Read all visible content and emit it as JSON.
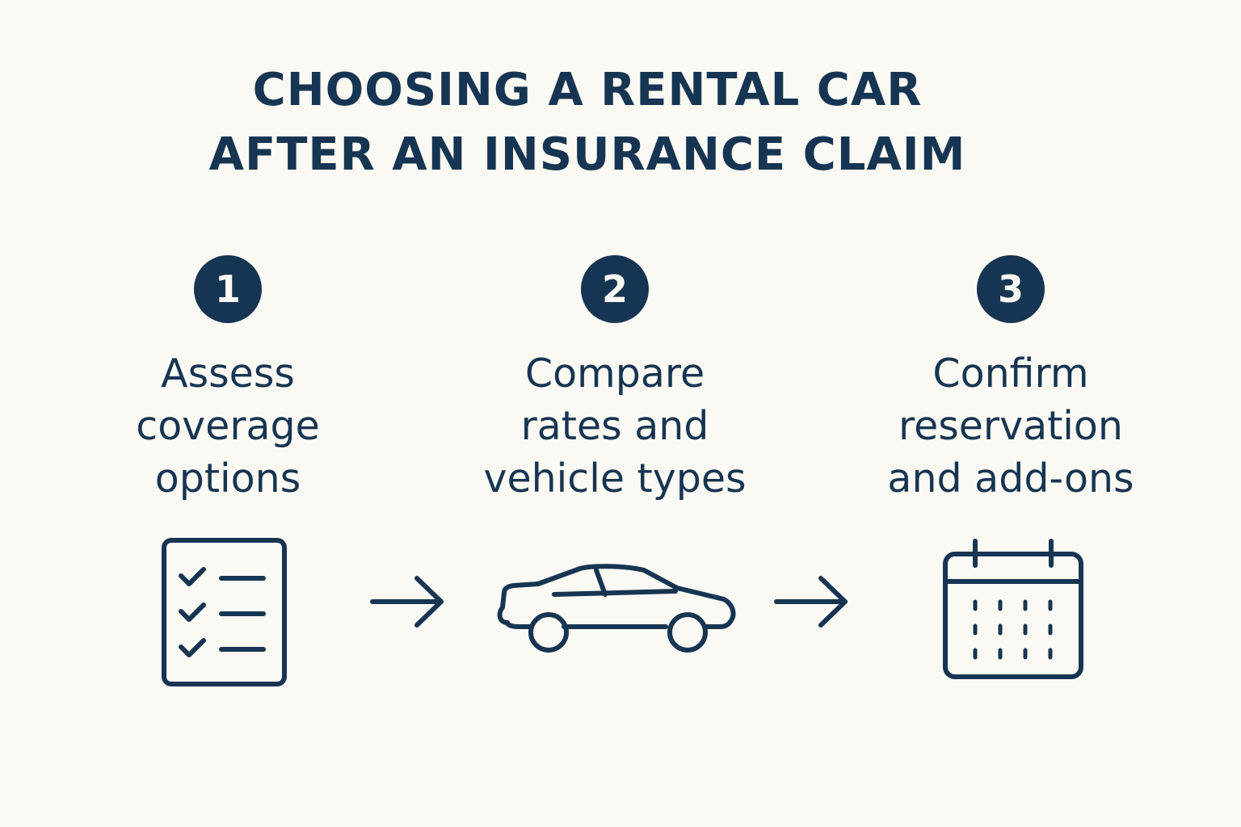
{
  "title": {
    "line1": "CHOOSING A RENTAL CAR",
    "line2": "AFTER AN INSURANCE CLAIM"
  },
  "steps": [
    {
      "number": "1",
      "label_lines": [
        "Assess",
        "coverage",
        "options"
      ],
      "icon": "checklist-icon"
    },
    {
      "number": "2",
      "label_lines": [
        "Compare",
        "rates and",
        "vehicle types"
      ],
      "icon": "car-icon"
    },
    {
      "number": "3",
      "label_lines": [
        "Confirm",
        "reservation",
        "and add-ons"
      ],
      "icon": "calendar-icon"
    }
  ],
  "connectors": [
    "arrow-right-icon",
    "arrow-right-icon"
  ],
  "colors": {
    "background": "#fbf9f3",
    "primary": "#163552"
  }
}
